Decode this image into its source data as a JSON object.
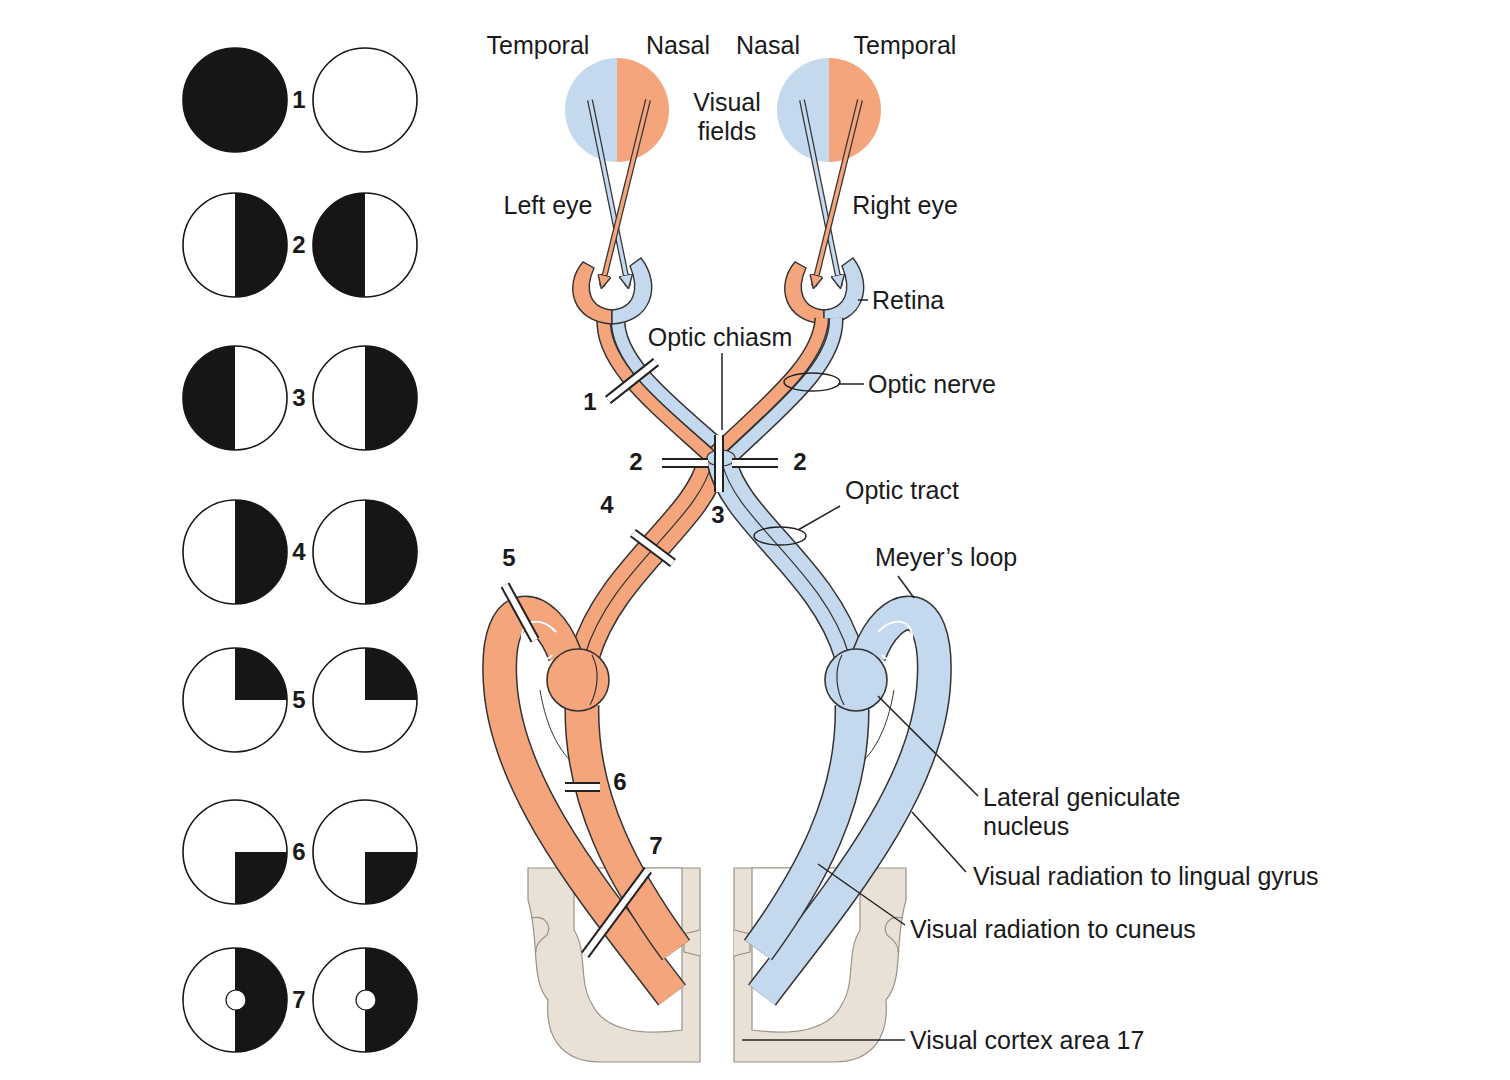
{
  "diagram": {
    "labels": [
      "Temporal",
      "Nasal",
      "Nasal",
      "Temporal",
      "Visual fields",
      "Left eye",
      "Right eye",
      "Retina",
      "Optic chiasm",
      "Optic nerve",
      "Optic tract",
      "Meyer’s loop",
      "Lateral geniculate nucleus",
      "Visual radiation to lingual gyrus",
      "Visual radiation to cuneus",
      "Visual cortex area 17",
      "1",
      "2",
      "2",
      "3",
      "4",
      "5",
      "6",
      "7",
      "1",
      "2",
      "3",
      "4",
      "5",
      "6",
      "7"
    ]
  }
}
